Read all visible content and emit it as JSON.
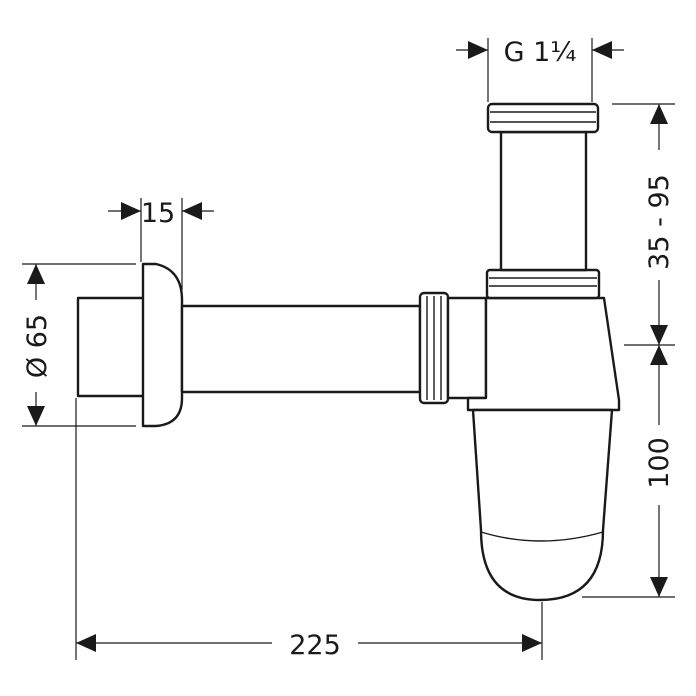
{
  "dimensions": {
    "thread": "G 1¼",
    "height_adjust": "35 - 95",
    "rosette_depth": "15",
    "rosette_diameter": "Ø 65",
    "trap_depth": "100",
    "overall_length": "225"
  }
}
